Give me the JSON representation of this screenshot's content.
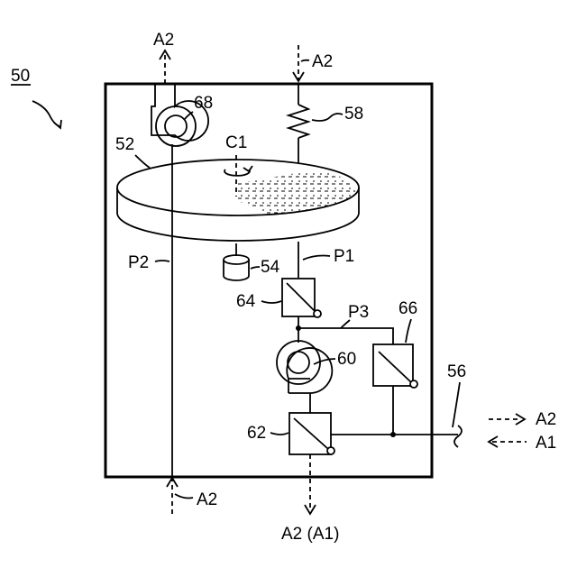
{
  "figure": {
    "device_number": "50",
    "labels": {
      "fan": "68",
      "resistor": "58",
      "table": "52",
      "axis": "C1",
      "cylinder": "54",
      "pipe_p1": "P1",
      "pipe_p2": "P2",
      "pipe_p3": "P3",
      "valve_top": "64",
      "valve_side": "66",
      "pump": "60",
      "valve_bottom": "62",
      "inlet": "56"
    },
    "flows": {
      "top_left_out": "A2",
      "top_right_in": "A2",
      "bottom_left_in": "A2",
      "bottom_out": "A2 (A1)",
      "right_out": "A2",
      "right_in": "A1"
    }
  }
}
